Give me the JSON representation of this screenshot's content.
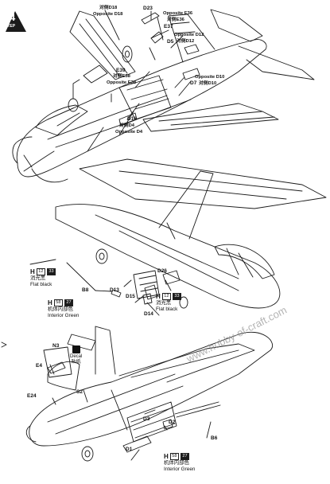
{
  "step": {
    "number": "4",
    "word": "STEP"
  },
  "part_labels": {
    "d23": "D23",
    "d18_cn": "对侧D18",
    "d18_en": "Opposite D18",
    "e36_en": "Opposite E36",
    "e36_cn": "对侧E36",
    "e37": "E37",
    "d12_en": "Opposite D12",
    "d12_cn": "对侧D12",
    "d5": "D5",
    "e39": "E39",
    "e38_cn": "对侧E38",
    "e38_en": "Opposite E38",
    "d10_en": "Opposite D10",
    "d7": "D7",
    "d10_cn": "对侧D10",
    "d16": "D16",
    "d4_cn": "对侧D4",
    "d4_en": "Opposite D4",
    "d26": "D26",
    "b8": "B8",
    "d13": "D13",
    "d15": "D15",
    "d14": "D14",
    "n3": "N3",
    "e4": "E4",
    "s2": "S2",
    "e24": "E24",
    "d3": "D3",
    "d2": "D2",
    "b6": "B6",
    "d1": "D1"
  },
  "paint_callouts": {
    "a": {
      "code": "12",
      "num": "33",
      "cn": "消光黑",
      "en": "Flat black"
    },
    "b": {
      "code": "58",
      "num": "27",
      "cn": "机体内部色",
      "en": "Interior Green"
    },
    "c": {
      "code": "12",
      "num": "33",
      "cn": "消光黑",
      "en": "Flat black"
    },
    "d": {
      "code": "58",
      "num": "27",
      "cn": "机体内部色",
      "en": "Interior Green"
    },
    "prefix": "H"
  },
  "decal": {
    "en": "Decal",
    "cn": "贴纸"
  },
  "watermark": "www.hobby-of-craft.com"
}
